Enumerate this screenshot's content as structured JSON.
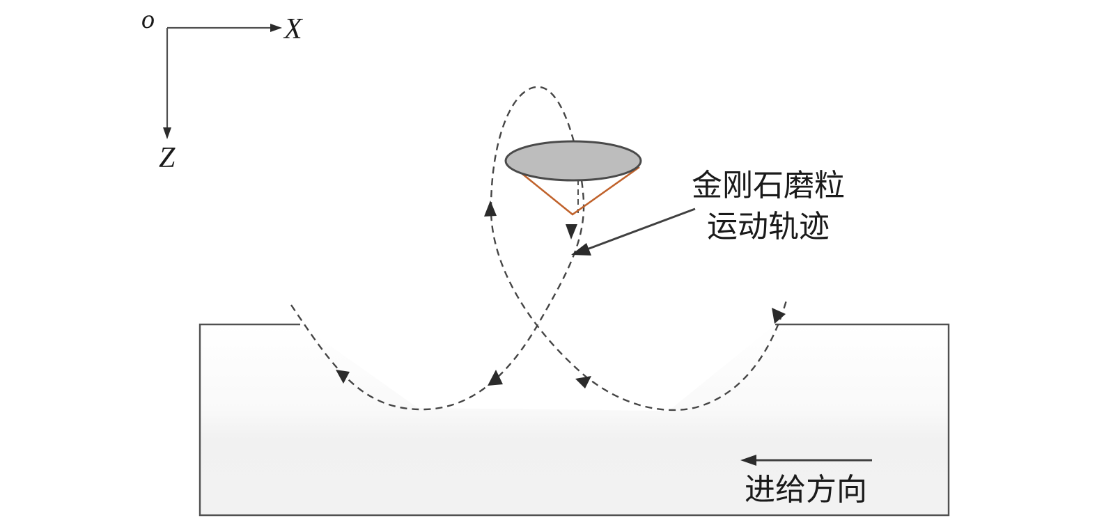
{
  "diagram": {
    "axes": {
      "origin_label": "o",
      "x_label": "X",
      "z_label": "Z"
    },
    "trajectory_label_line1": "金刚石磨粒",
    "trajectory_label_line2": "运动轨迹",
    "feed_direction_label": "进给方向",
    "colors": {
      "line": "#505050",
      "trajectory": "#454545",
      "grain_top": "#bdbdbd",
      "grain_cone": "#c0622b",
      "workpiece_gradient_top": "#ffffff",
      "workpiece_gradient_bottom": "#f0f0f0"
    }
  }
}
